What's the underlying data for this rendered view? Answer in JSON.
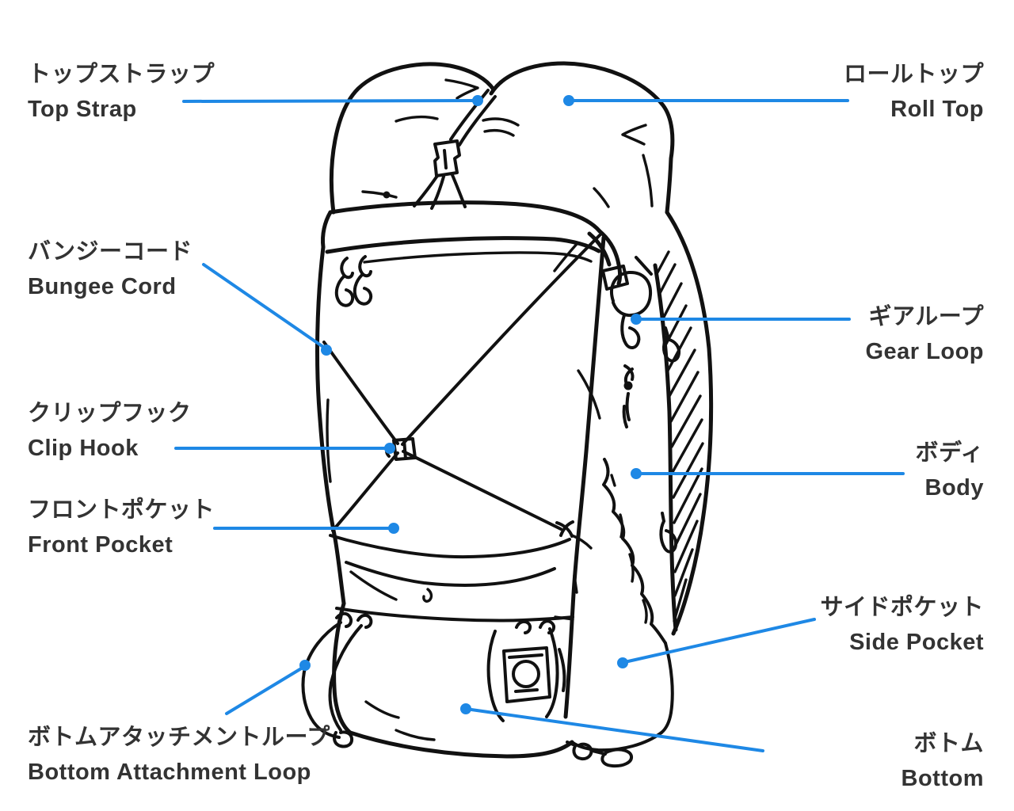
{
  "colors": {
    "accent_blue": "#1E88E5",
    "ink_black": "#111111",
    "label_text": "#333333",
    "background": "#FFFFFF"
  },
  "labels": [
    {
      "id": "top-strap",
      "ja": "トップストラップ",
      "en": "Top Strap"
    },
    {
      "id": "roll-top",
      "ja": "ロールトップ",
      "en": "Roll Top"
    },
    {
      "id": "bungee-cord",
      "ja": "バンジーコード",
      "en": "Bungee Cord"
    },
    {
      "id": "gear-loop",
      "ja": "ギアループ",
      "en": "Gear Loop"
    },
    {
      "id": "clip-hook",
      "ja": "クリップフック",
      "en": "Clip Hook"
    },
    {
      "id": "body",
      "ja": "ボディ",
      "en": "Body"
    },
    {
      "id": "front-pocket",
      "ja": "フロントポケット",
      "en": "Front Pocket"
    },
    {
      "id": "side-pocket",
      "ja": "サイドポケット",
      "en": "Side Pocket"
    },
    {
      "id": "bottom-attachment-loop",
      "ja": "ボトムアタッチメントループ",
      "en": "Bottom Attachment Loop"
    },
    {
      "id": "bottom",
      "ja": "ボトム",
      "en": "Bottom"
    }
  ]
}
